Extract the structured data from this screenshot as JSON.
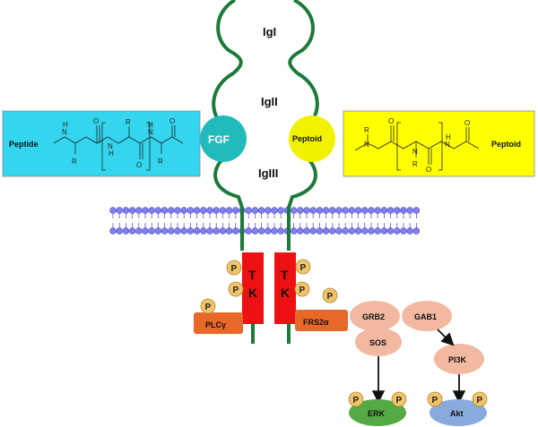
{
  "receptor": {
    "domains": [
      "IgI",
      "IgII",
      "IgIII"
    ],
    "kinase_letters": [
      "T",
      "K"
    ]
  },
  "ligands": {
    "fgf": "FGF",
    "peptoid": "Peptoid"
  },
  "panels": {
    "left_label": "Peptide",
    "right_label": "Peptoid",
    "left_color": "#33d6ee",
    "right_color": "#ffff00"
  },
  "phospho": "P",
  "signaling": {
    "plc": "PLCγ",
    "frs": "FRS2α",
    "grb2": "GRB2",
    "gab1": "GAB1",
    "sos": "SOS",
    "pi3k": "PI3K",
    "erk": "ERK",
    "akt": "Akt"
  },
  "colors": {
    "receptor_strand": "#1e7a3a",
    "kinase": "#ee1111",
    "membrane": "#8080ee",
    "fgf_ball": "#22bbbb",
    "peptoid_ball": "#f2f200",
    "phospho": "#f2c46a",
    "adaptor": "#f2b8a0",
    "orange_box": "#e8682a",
    "erk": "#55aa44",
    "akt": "#88aadd"
  }
}
